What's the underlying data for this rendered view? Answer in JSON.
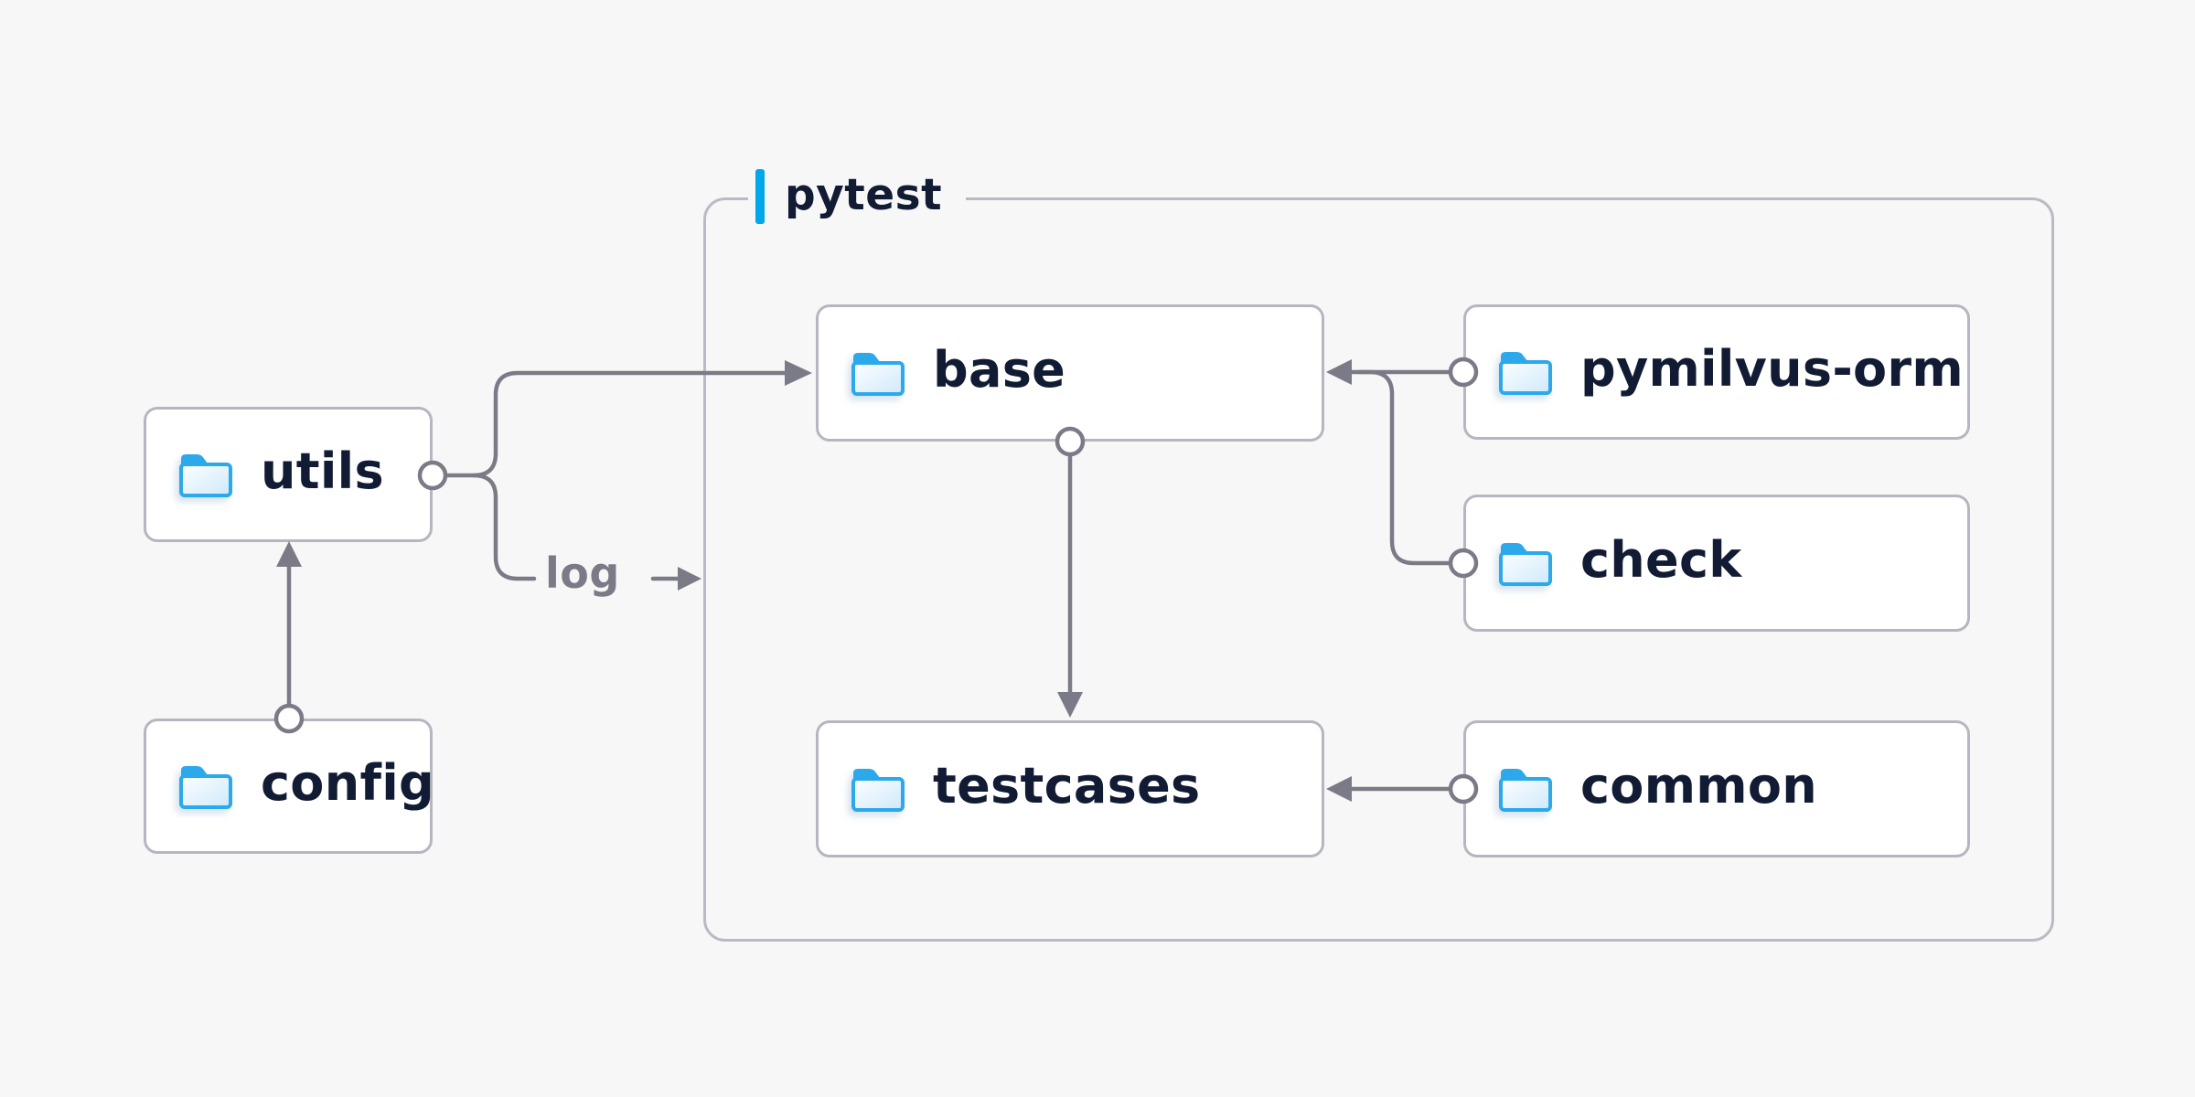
{
  "diagram": {
    "group": {
      "label": "pytest",
      "accent_color": "#00a8e9"
    },
    "nodes": {
      "utils": {
        "label": "utils"
      },
      "config": {
        "label": "config"
      },
      "base": {
        "label": "base"
      },
      "pymilvus_orm": {
        "label": "pymilvus-orm"
      },
      "check": {
        "label": "check"
      },
      "testcases": {
        "label": "testcases"
      },
      "common": {
        "label": "common"
      }
    },
    "edges": [
      {
        "from": "config",
        "to": "utils",
        "label": ""
      },
      {
        "from": "utils",
        "to": "base",
        "label": ""
      },
      {
        "from": "utils",
        "to": "pytest-group",
        "label": "log"
      },
      {
        "from": "pymilvus-orm",
        "to": "base",
        "label": ""
      },
      {
        "from": "check",
        "to": "base",
        "label": ""
      },
      {
        "from": "base",
        "to": "testcases",
        "label": ""
      },
      {
        "from": "common",
        "to": "testcases",
        "label": ""
      }
    ],
    "colors": {
      "background": "#f7f7f8",
      "node_fill": "#ffffff",
      "node_border": "#b6b6c0",
      "group_border": "#babac4",
      "node_text": "#111b33",
      "line_gray": "#7b7b87",
      "folder_blue": "#2ca9ea",
      "accent_blue": "#00a8e9"
    }
  }
}
